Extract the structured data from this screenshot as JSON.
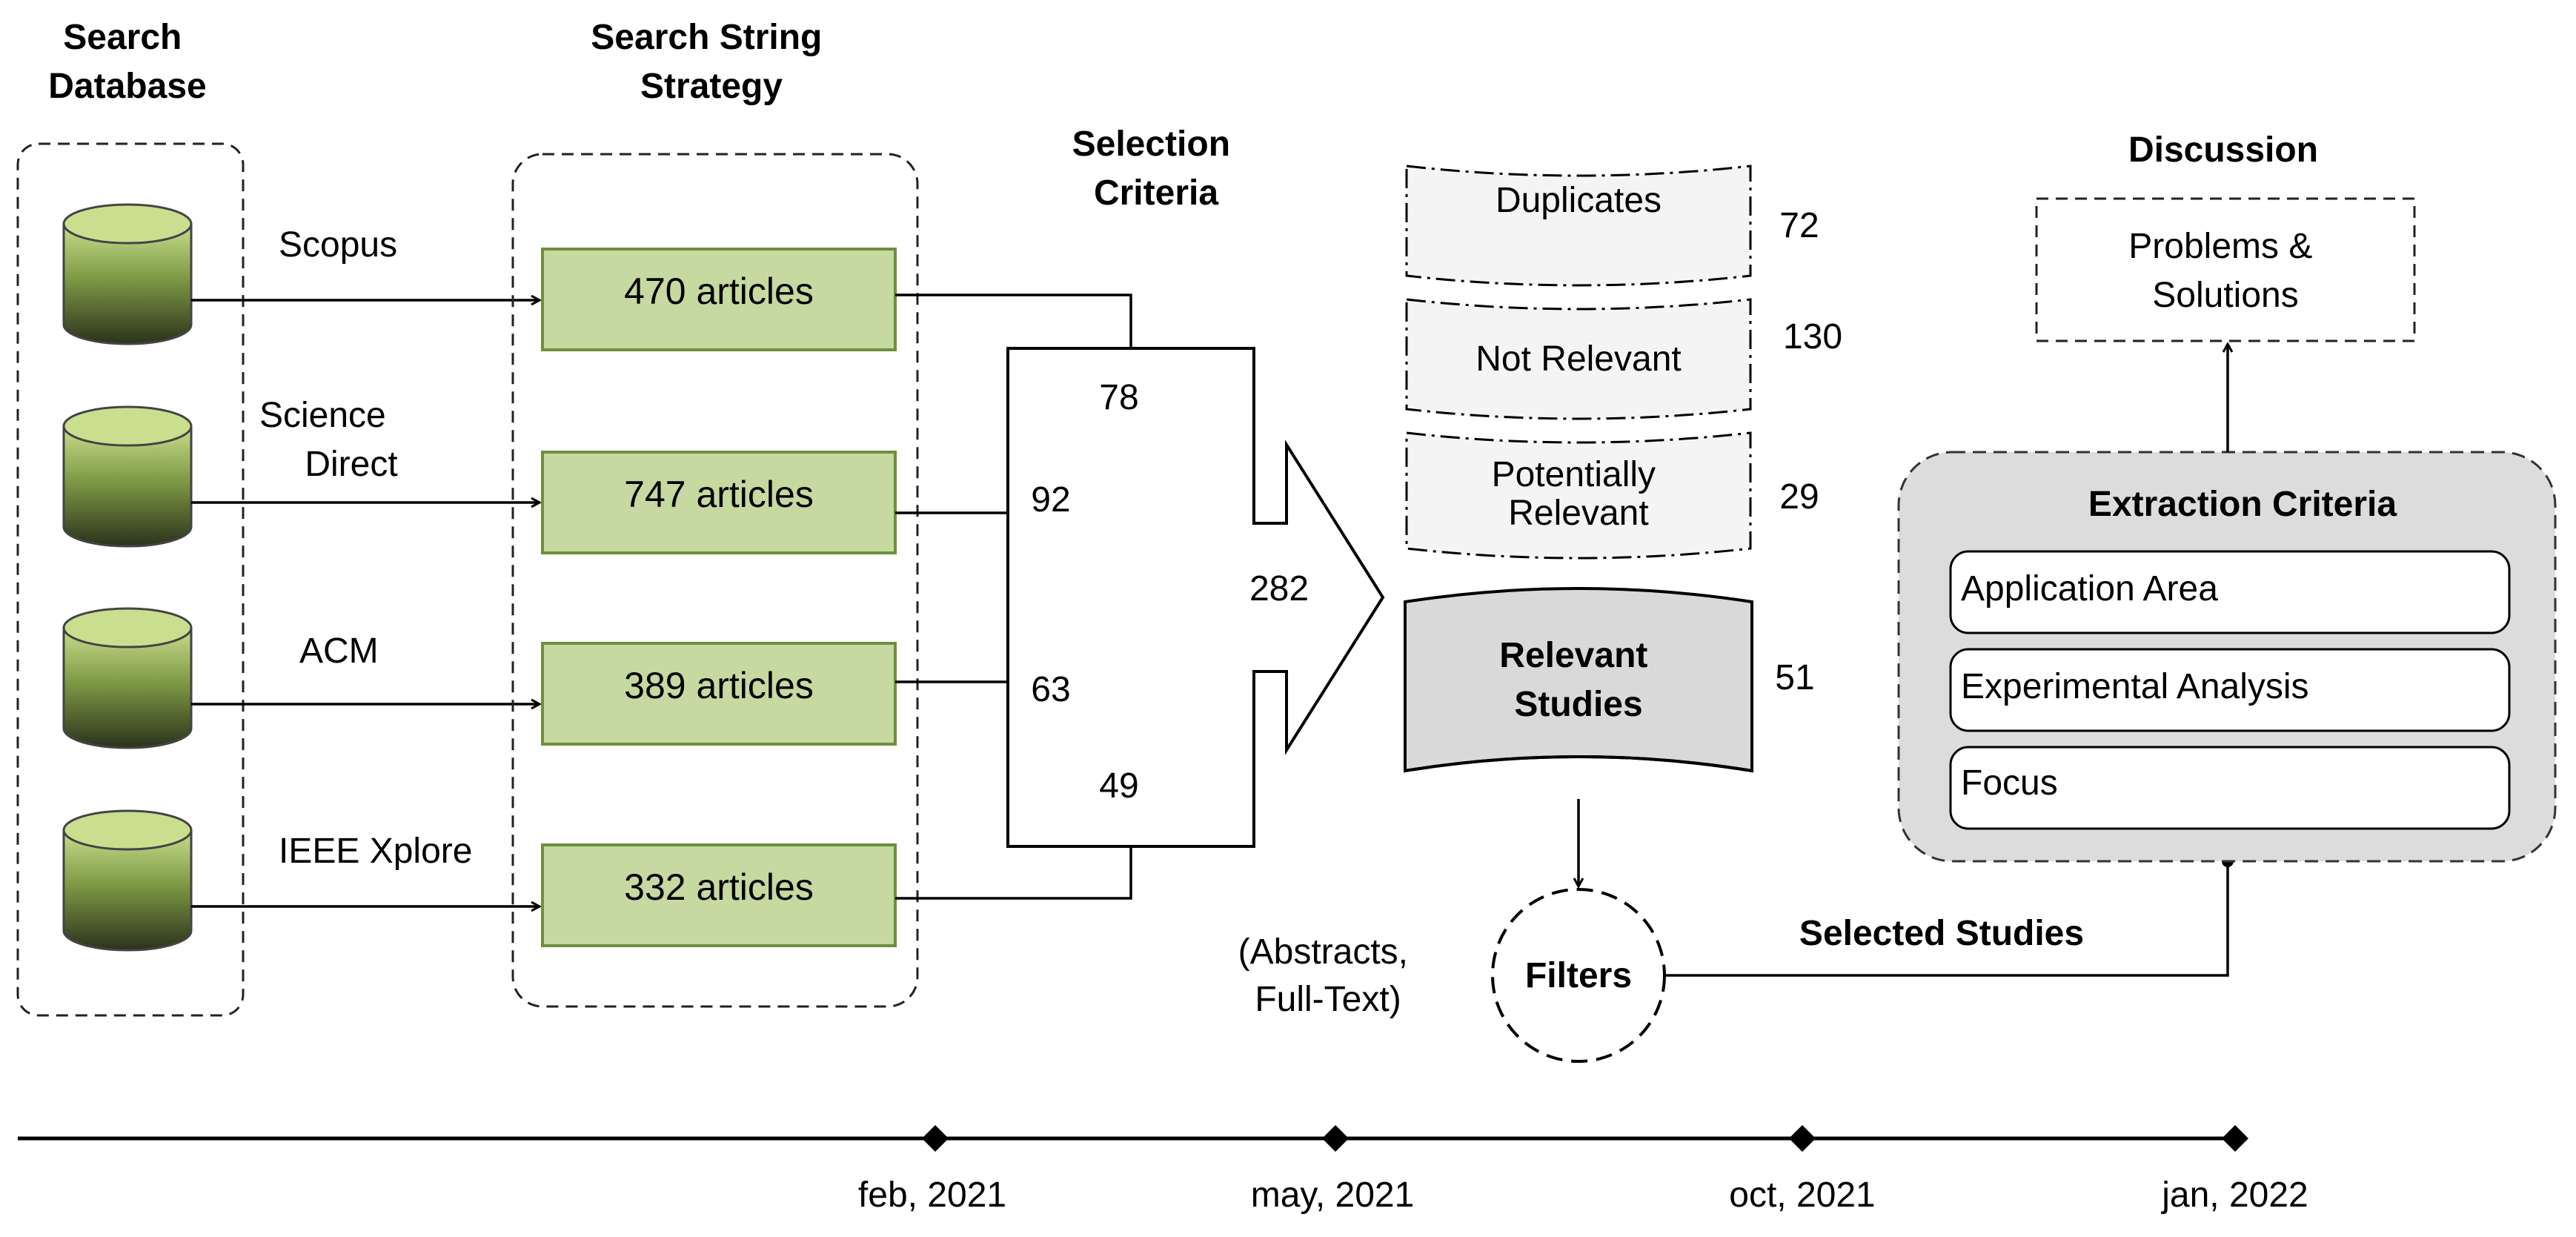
{
  "headings": {
    "search_database": [
      "Search",
      "Database"
    ],
    "search_string_strategy": [
      "Search String",
      "Strategy"
    ],
    "selection_criteria": [
      "Selection",
      "Criteria"
    ],
    "discussion": "Discussion",
    "selected_studies": "Selected Studies"
  },
  "databases": [
    {
      "label": [
        "Scopus"
      ],
      "articles": "470 articles",
      "selected": "78"
    },
    {
      "label": [
        "Science",
        "Direct"
      ],
      "articles": "747 articles",
      "selected": "92"
    },
    {
      "label": [
        "ACM"
      ],
      "articles": "389 articles",
      "selected": "63"
    },
    {
      "label": [
        "IEEE Xplore"
      ],
      "articles": "332 articles",
      "selected": "49"
    }
  ],
  "selection_total": "282",
  "screening": [
    {
      "label": [
        "Duplicates"
      ],
      "count": "72"
    },
    {
      "label": [
        "Not Relevant"
      ],
      "count": "130"
    },
    {
      "label": [
        "Potentially",
        "Relevant"
      ],
      "count": "29"
    }
  ],
  "relevant": {
    "label": [
      "Relevant",
      "Studies"
    ],
    "count": "51"
  },
  "filters": {
    "label": "Filters",
    "note": [
      "(Abstracts,",
      "Full-Text)"
    ]
  },
  "extraction": {
    "title": "Extraction Criteria",
    "items": [
      "Application Area",
      "Experimental Analysis",
      "Focus"
    ]
  },
  "discussion_box": [
    "Problems &",
    "Solutions"
  ],
  "timeline": [
    "feb, 2021",
    "may, 2021",
    "oct, 2021",
    "jan, 2022"
  ],
  "colors": {
    "article_fill": "#c6d9a0",
    "article_border": "#6e8f3c",
    "cylinder_top": "#b5cf7a",
    "cylinder_bottom": "#2f3a1e",
    "relevant_fill": "#d9d9d9",
    "extraction_fill": "#dcdcdc",
    "screening_fill": "#f4f4f4"
  }
}
